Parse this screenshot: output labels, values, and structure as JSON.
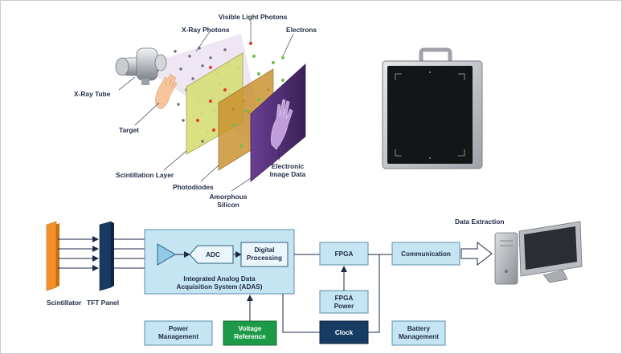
{
  "top_labels": {
    "xray_photons": "X-Ray Photons",
    "visible_light_photons": "Visible Light Photons",
    "electrons": "Electrons",
    "xray_tube": "X-Ray Tube",
    "target": "Target",
    "scintillation_layer": "Scintillation Layer",
    "photodiodes": "Photodiodes",
    "amorphous_line1": "Amorphous",
    "amorphous_line2": "Silicon",
    "image_data_line1": "Electronic",
    "image_data_line2": "Image Data"
  },
  "block": {
    "scintillator": "Scintillator",
    "tft_panel": "TFT Panel",
    "adc": "ADC",
    "digital_line1": "Digital",
    "digital_line2": "Processing",
    "adas_line1": "Integrated Analog Data",
    "adas_line2": "Acquisition System (ADAS)",
    "fpga": "FPGA",
    "fpga_power_line1": "FPGA",
    "fpga_power_line2": "Power",
    "communication": "Communication",
    "data_extraction": "Data Extraction",
    "power_line1": "Power",
    "power_line2": "Management",
    "voltage_line1": "Voltage",
    "voltage_line2": "Reference",
    "clock": "Clock",
    "battery_line1": "Battery",
    "battery_line2": "Management"
  },
  "colors": {
    "light_box": "#c6e5f3",
    "light_box_stroke": "#5b8fae",
    "scintillator": "#f6902b",
    "tft": "#1a3a63",
    "voltage": "#1d9a47",
    "clock": "#163c63",
    "text_dark": "#1f2a44"
  }
}
